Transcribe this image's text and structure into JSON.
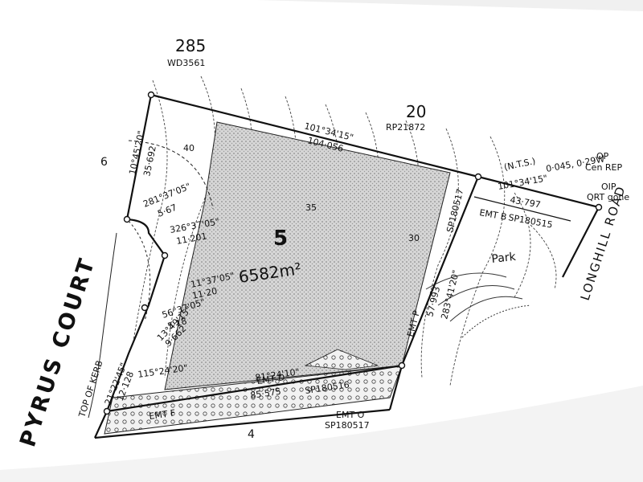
{
  "map": {
    "roads": {
      "pyrus_court": "PYRUS COURT",
      "longhill_road": "LONGHILL ROAD",
      "top_of_kerb": "TOP OF KERB"
    },
    "lots": {
      "main_lot": "5",
      "area": "6582m²",
      "north_lot": "285",
      "north_plan": "WD3561",
      "north_east_lot": "20",
      "north_east_plan": "RP21872",
      "west_lot": "6",
      "south_lot": "4",
      "park": "Park"
    },
    "bearings": {
      "north_bearing": "101°34'15\"",
      "north_distance": "104·056",
      "west_bearing": "10°45'20\"",
      "west_distance": "35·692",
      "arc1_bearing": "281°37'05\"",
      "arc1_distance": "5·67",
      "arc2_bearing": "326°37'05\"",
      "arc2_distance": "11·201",
      "mid_bearing": "11°37'05\"",
      "mid_distance": "11·20",
      "low1_bearing": "56°37'05\"",
      "low1_distance": "5·18",
      "low2_bearing": "13°49'15\"",
      "low2_distance": "9·662",
      "kerb_bearing": "21°22'45\"",
      "kerb_distance": "12·128",
      "south_bearing": "115°24'20\"",
      "south_bearing2": "81°24'10\"",
      "south_distance": "85·575",
      "east_bearing": "283°41'20\"",
      "east_distance": "57·993",
      "ext_bearing": "101°34'15\"",
      "ext_distance": "43·797"
    },
    "notes": {
      "op": "OP",
      "cen_rep": "Cen REP",
      "nts": "(N.T.S.)",
      "nts_values": "0·045, 0·29W",
      "oip": "OIP",
      "qrt_gone": "QRT gone"
    },
    "easements": {
      "emt_b": "EMT B",
      "emt_b_plan": "SP180515",
      "emt_p": "EMT P",
      "emt_p_plan": "SP180517",
      "emt_d": "EMT D",
      "emt_d_plan": "SP180516",
      "emt_o": "EMT O",
      "emt_o_plan": "SP180517",
      "emt_f": "EMT F"
    },
    "contours": {
      "c40": "40",
      "c35": "35",
      "c30": "30"
    }
  }
}
